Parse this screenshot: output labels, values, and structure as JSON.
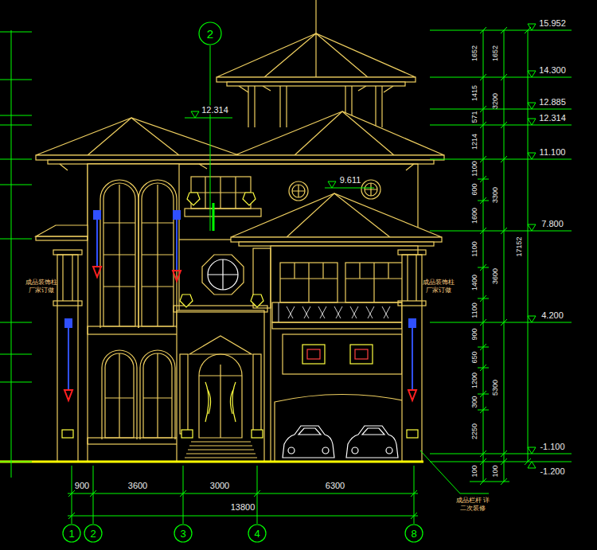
{
  "diagram": {
    "nodes": [
      {
        "text": [
          "2"
        ]
      },
      {
        "text": [
          "1"
        ]
      },
      {
        "text": [
          "2"
        ]
      },
      {
        "text": [
          "3"
        ]
      },
      {
        "text": [
          "4"
        ]
      },
      {
        "text": [
          "8"
        ]
      }
    ],
    "labels": [
      "12.314",
      "9.611",
      "15.952",
      "14.300",
      "12.885",
      "12.314",
      "11.100",
      "7.800",
      "4.200",
      "-1.100",
      "-1.200",
      "1652",
      "1415",
      "571",
      "1214",
      "1100",
      "600",
      "1600",
      "1100",
      "1400",
      "1100",
      "900",
      "650",
      "1200",
      "300",
      "2250",
      "100",
      "1652",
      "3200",
      "3300",
      "3600",
      "5300",
      "100",
      "17152",
      "900",
      "3600",
      "3000",
      "6300",
      "13800",
      "成品装饰柱 厂家订做",
      "成品装饰柱 厂家订做",
      "成品栏杆 详二次装修"
    ]
  }
}
